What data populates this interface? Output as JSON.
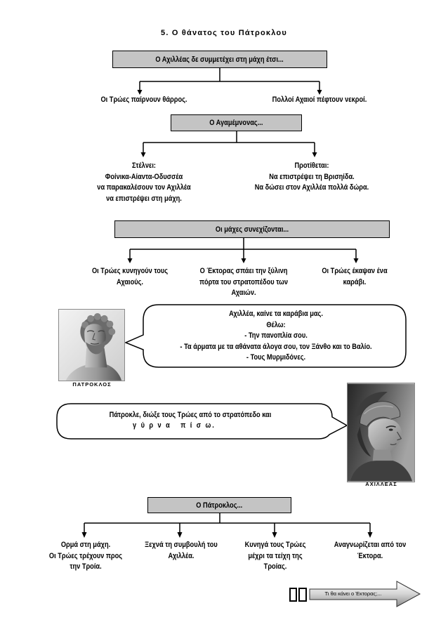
{
  "title": "5. Ο θάνατος του Πάτροκλου",
  "colors": {
    "box_fill": "#c4c4c4",
    "ink": "#000000",
    "page": "#ffffff"
  },
  "section1": {
    "box": "Ο Αχιλλέας δε συμμετέχει στη μάχη έτσι...",
    "outcomes": [
      [
        "Οι Τρώες παίρνουν θάρρος."
      ],
      [
        "Πολλοί Αχαιοί πέφτουν νεκροί."
      ]
    ]
  },
  "section2": {
    "box": "Ο Αγαμέμνονας...",
    "outcomes": [
      [
        "Στέλνει:",
        "Φοίνικα-Αίαντα-Οδυσσέα",
        "να παρακαλέσουν τον Αχιλλέα",
        "να επιστρέψει στη μάχη."
      ],
      [
        "Προτίθεται:",
        "Να επιστρέψει τη Βρισηίδα.",
        "Να δώσει στον Αχιλλέα πολλά δώρα."
      ]
    ]
  },
  "section3": {
    "box": "Οι μάχες συνεχίζονται...",
    "outcomes": [
      [
        "Οι Τρώες κυνηγούν τους",
        "Αχαιούς."
      ],
      [
        "Ο Έκτορας σπάει την ξύλινη",
        "πόρτα του στρατοπέδου των",
        "Αχαιών."
      ],
      [
        "Οι Τρώες έκαψαν ένα",
        "καράβι."
      ]
    ]
  },
  "patroclus": {
    "caption": "ΠΑΤΡΟΚΛΟΣ",
    "speech": [
      "Αχιλλέα, καίνε τα καράβια μας.",
      "Θέλω:",
      "- Την πανοπλία σου.",
      "- Τα άρματα με τα αθάνατα άλογα σου, τον Ξάνθο και το Βαλίο.",
      "- Τους Μυρμιδόνες."
    ]
  },
  "achilles": {
    "caption": "ΑΧΙΛΛΕΑΣ",
    "speech": [
      "Πάτροκλε, διώξε τους Τρώες από το στρατόπεδο και",
      "γ ύ ρ ν α   π ί σ ω."
    ]
  },
  "section4": {
    "box": "Ο Πάτροκλος...",
    "outcomes": [
      [
        "Ορμά στη μάχη.",
        "Οι Τρώες τρέχουν προς",
        "την Τροία."
      ],
      [
        "Ξεχνά τη συμβουλή του",
        "Αχιλλέα."
      ],
      [
        "Κυνηγά τους Τρώες",
        "μέχρι τα τείχη της",
        "Τροίας."
      ],
      [
        "Αναγνωρίζεται από τον",
        "Έκτορα."
      ]
    ]
  },
  "next_arrow": {
    "label": "Τι θα κάνει ο Έκτορας;..."
  }
}
